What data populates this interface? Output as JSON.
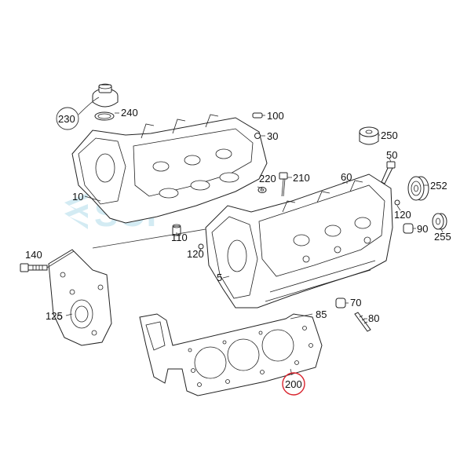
{
  "watermark": {
    "text": "SOI",
    "color": "#9fd3e6"
  },
  "highlight": {
    "part": "200",
    "color": "#d9232d"
  },
  "labels": {
    "p230": "230",
    "p240": "240",
    "p100": "100",
    "p30": "30",
    "p250": "250",
    "p50": "50",
    "p60": "60",
    "p210": "210",
    "p220": "220",
    "p252": "252",
    "p10": "10",
    "p120a": "120",
    "p120b": "120",
    "p90": "90",
    "p255": "255",
    "p110": "110",
    "p140": "140",
    "p5": "5",
    "p125": "125",
    "p70": "70",
    "p85": "85",
    "p80": "80",
    "p200": "200"
  }
}
